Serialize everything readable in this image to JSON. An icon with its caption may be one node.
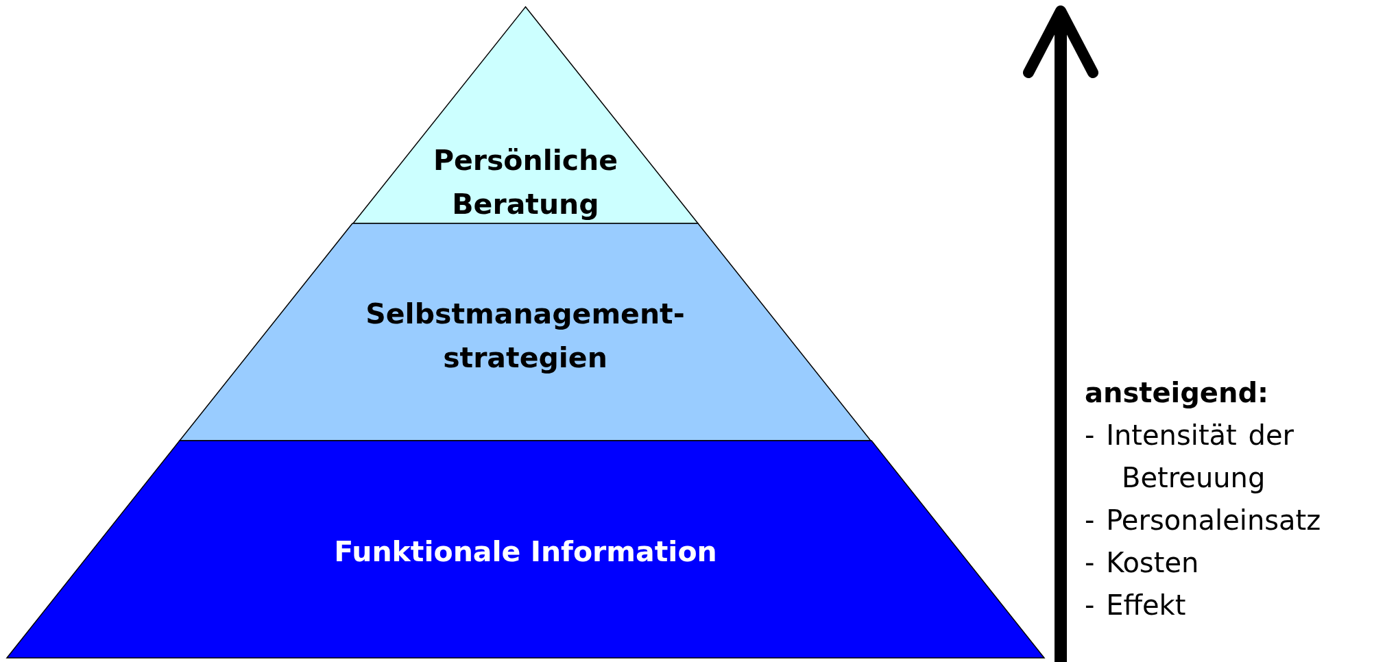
{
  "diagram": {
    "nodes": [
      {
        "text": [
          "Persönliche Beratung"
        ]
      },
      {
        "text": [
          "Selbstmanagement- strategien"
        ]
      },
      {
        "text": [
          "Funktionale Information"
        ]
      }
    ],
    "labels": [
      "ansteigend:",
      "- Intensität der Betreuung",
      "- Personaleinsatz",
      "- Kosten",
      "- Effekt"
    ]
  }
}
